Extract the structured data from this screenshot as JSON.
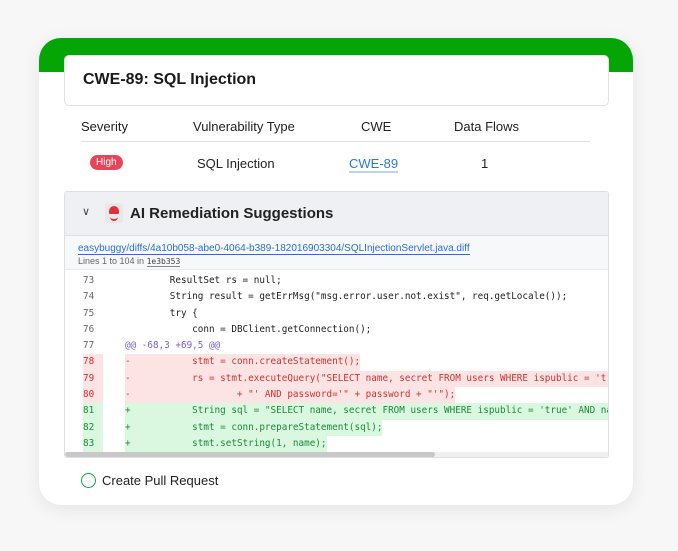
{
  "title": "CWE-89: SQL Injection",
  "table": {
    "headers": [
      "Severity",
      "Vulnerability Type",
      "CWE",
      "Data Flows"
    ],
    "row": {
      "severity": "High",
      "type": "SQL Injection",
      "cwe": "CWE-89",
      "flows": "1"
    }
  },
  "colors": {
    "brand": "#06a506",
    "severity_high": "#e8445a",
    "link": "#2a7bd8"
  },
  "panel": {
    "title": "AI Remediation Suggestions",
    "file": "easybuggy/diffs/4a10b058-abe0-4064-b389-182016903304/SQLInjectionServlet.java.diff",
    "lines_prefix": "Lines 1 to 104 in",
    "sha": "1e3b353",
    "code": [
      {
        "n": "73",
        "t": "ctx",
        "text": "        ResultSet rs = null;"
      },
      {
        "n": "74",
        "t": "ctx",
        "text": "        String result = getErrMsg(\"msg.error.user.not.exist\", req.getLocale());"
      },
      {
        "n": "75",
        "t": "ctx",
        "text": "        try {"
      },
      {
        "n": "76",
        "t": "ctx",
        "text": "            conn = DBClient.getConnection();"
      },
      {
        "n": "77",
        "t": "hunk",
        "text": "@@ -68,3 +69,5 @@"
      },
      {
        "n": "78",
        "t": "del",
        "text": "-           stmt = conn.createStatement();"
      },
      {
        "n": "79",
        "t": "del",
        "text": "-           rs = stmt.executeQuery(\"SELECT name, secret FROM users WHERE ispublic = 'true'"
      },
      {
        "n": "80",
        "t": "del",
        "text": "-                   + \"' AND password='\" + password + \"'\");"
      },
      {
        "n": "81",
        "t": "add",
        "text": "+           String sql = \"SELECT name, secret FROM users WHERE ispublic = 'true' AND name="
      },
      {
        "n": "82",
        "t": "add",
        "text": "+           stmt = conn.prepareStatement(sql);"
      },
      {
        "n": "83",
        "t": "add",
        "text": "+           stmt.setString(1, name);"
      }
    ]
  },
  "create_pr": "Create Pull Request"
}
